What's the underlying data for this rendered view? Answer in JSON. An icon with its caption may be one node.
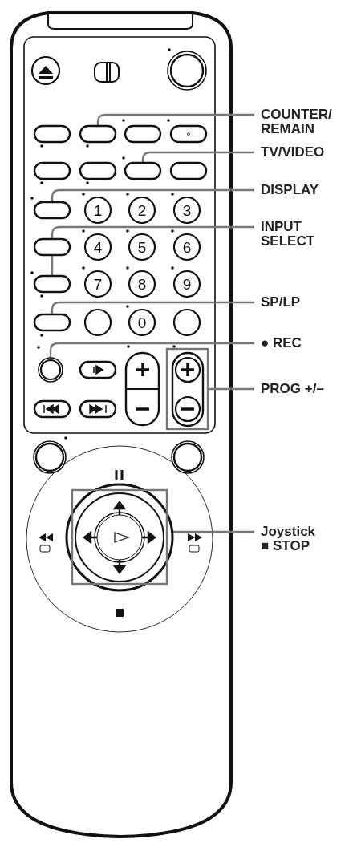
{
  "diagram": {
    "nodes": [
      {
        "text": [
          "COUNTER/ REMAIN"
        ]
      },
      {
        "text": [
          "TV/VIDEO"
        ]
      },
      {
        "text": [
          "DISPLAY"
        ]
      },
      {
        "text": [
          "INPUT SELECT"
        ]
      },
      {
        "text": [
          "SP/LP"
        ]
      },
      {
        "text": [
          "● REC"
        ]
      },
      {
        "text": [
          "PROG +/–"
        ]
      },
      {
        "text": [
          "Joystick ■ STOP"
        ]
      },
      {
        "text": [],
        "shape": "button"
      },
      {
        "text": [],
        "shape": "button"
      },
      {
        "text": [],
        "shape": "button"
      },
      {
        "text": [],
        "shape": "button"
      },
      {
        "text": [],
        "shape": "button"
      },
      {
        "text": [],
        "shape": "button"
      },
      {
        "text": [],
        "shape": "box"
      },
      {
        "text": [],
        "shape": "box"
      },
      {
        "text": [],
        "shape": "circle"
      },
      {
        "text": [],
        "shape": "button"
      },
      {
        "text": [],
        "shape": "button"
      },
      {
        "text": [],
        "shape": "button"
      },
      {
        "text": [],
        "shape": "button"
      },
      {
        "text": [],
        "shape": "button"
      },
      {
        "text": [],
        "shape": "button"
      },
      {
        "text": [],
        "shape": "button"
      },
      {
        "text": [
          "1"
        ]
      },
      {
        "text": [
          "2"
        ]
      },
      {
        "text": [
          "3"
        ]
      },
      {
        "text": [
          "4"
        ]
      },
      {
        "text": [
          "5"
        ]
      },
      {
        "text": [
          "6"
        ]
      },
      {
        "text": [
          "7"
        ]
      },
      {
        "text": [
          "8"
        ]
      },
      {
        "text": [
          "9"
        ]
      },
      {
        "text": [
          "0"
        ]
      },
      {
        "text": [],
        "shape": "circle"
      },
      {
        "text": [],
        "shape": "circle"
      },
      {
        "text": [],
        "shape": "circle"
      },
      {
        "text": [],
        "shape": "circle"
      },
      {
        "text": [],
        "shape": "circle"
      },
      {
        "text": [],
        "shape": "button"
      },
      {
        "text": [],
        "shape": "button"
      },
      {
        "text": [],
        "shape": "button"
      }
    ],
    "edges": [
      {
        "from": 0,
        "to": 8,
        "arrow": "other"
      },
      {
        "from": 1,
        "to": 9,
        "arrow": "other"
      },
      {
        "from": 2,
        "to": 10,
        "arrow": "other"
      },
      {
        "from": 3,
        "to": 11,
        "arrow": "other"
      },
      {
        "from": 4,
        "to": 12,
        "arrow": "other"
      },
      {
        "from": 5,
        "to": 13,
        "arrow": "other"
      },
      {
        "from": 6,
        "to": 14,
        "arrow": "none"
      },
      {
        "from": 7,
        "to": 15,
        "arrow": "none"
      }
    ]
  }
}
